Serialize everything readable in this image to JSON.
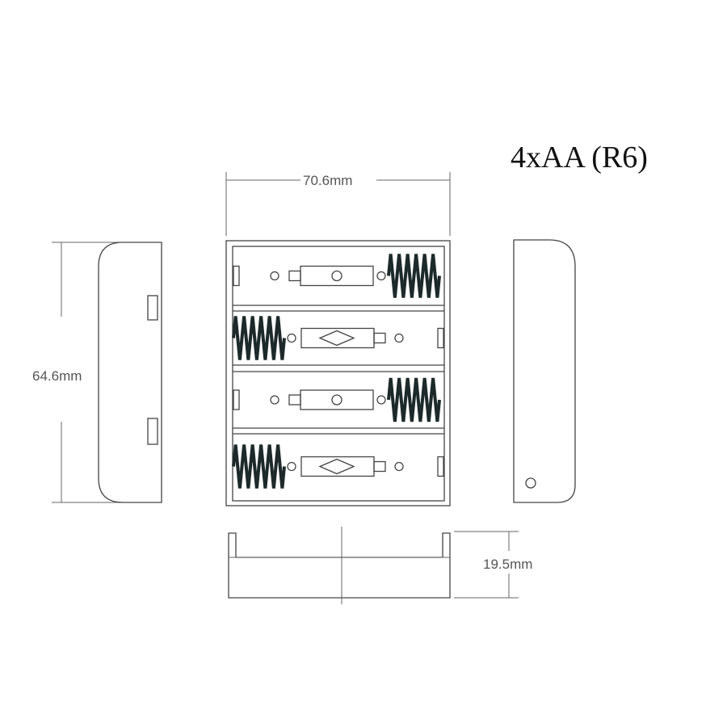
{
  "title": "4xAA (R6)",
  "dimensions": {
    "width": "70.6mm",
    "height": "64.6mm",
    "depth": "19.5mm"
  },
  "compartments": [
    {
      "spring_side": "right",
      "terminal": "positive"
    },
    {
      "spring_side": "left",
      "terminal": "negative"
    },
    {
      "spring_side": "right",
      "terminal": "positive"
    },
    {
      "spring_side": "left",
      "terminal": "negative"
    }
  ],
  "colors": {
    "line": "#444444",
    "spring": "#1e2a2a"
  }
}
